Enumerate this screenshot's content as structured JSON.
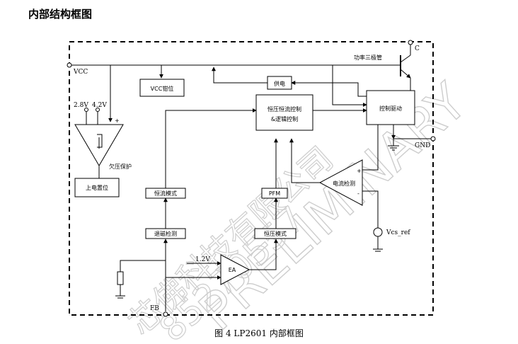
{
  "title": "内部结构框图",
  "caption": "图 4    LP2601 内部框图",
  "blocks": {
    "vcc_clamp": "VCC钳位",
    "power_supply": "供电",
    "cc_cv_control_line1": "恒压恒流控制",
    "cc_cv_control_line2": "&逻辑控制",
    "drive_control": "控制驱动",
    "power_on_reset": "上电置位",
    "cc_mode": "恒流模式",
    "demag_detect": "退磁检测",
    "cv_mode": "恒压模式",
    "pfm": "PFM",
    "current_sense": "电流检测",
    "error_amp": "EA"
  },
  "labels": {
    "vcc": "VCC",
    "v28": "2.8V",
    "v42": "4.2V",
    "uvlo": "欠压保护",
    "power_transistor": "功率三极管",
    "c_pin": "C",
    "gnd": "GND",
    "vref12": "1.2V",
    "fb": "FB",
    "vcs_ref": "Vcs_ref",
    "plus": "+",
    "minus": "-"
  },
  "watermark": {
    "line1": "芯佛科技有限公司",
    "line2": "85270557",
    "line3": "PRELIMINARY"
  }
}
